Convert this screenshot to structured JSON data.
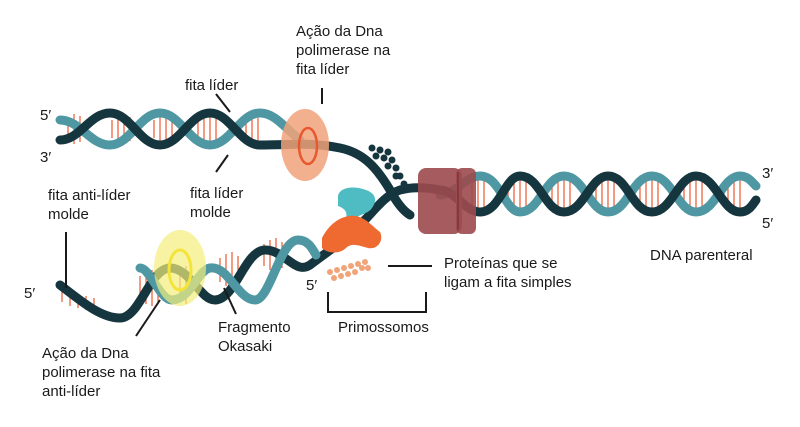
{
  "colors": {
    "strand_dark": "#16363f",
    "strand_teal": "#4f98a3",
    "rungs": "#e8582e",
    "polymerase_leading": "#f0a27a",
    "polymerase_lagging": "#f4ee7c",
    "helicase": "#9c4a4e",
    "primase": "#ef6a30",
    "clamp": "#4fbcc4",
    "ssb_dark": "#16363f",
    "ssb_light": "#f0a478",
    "label_line": "#1a1a1a"
  },
  "labels": {
    "polymerase_leading": "Ação da Dna\npolimerase na\nfita líder",
    "leading_strand": "fita líder",
    "leading_template": "fita líder\nmolde",
    "lagging_template": "fita anti-líder\nmolde",
    "ssb_proteins": "Proteínas que se\nligam a fita simples",
    "parental_dna": "DNA parenteral",
    "okazaki": "Fragmento\nOkasaki",
    "primosome": "Primossomos",
    "polymerase_lagging": "Ação da Dna\npolimerase na fita\nanti-líder"
  },
  "ends": {
    "top_left_5": "5′",
    "top_left_3": "3′",
    "right_top_3": "3′",
    "right_bottom_5": "5′",
    "bottom_left_5": "5′",
    "lagging_5": "5′"
  }
}
